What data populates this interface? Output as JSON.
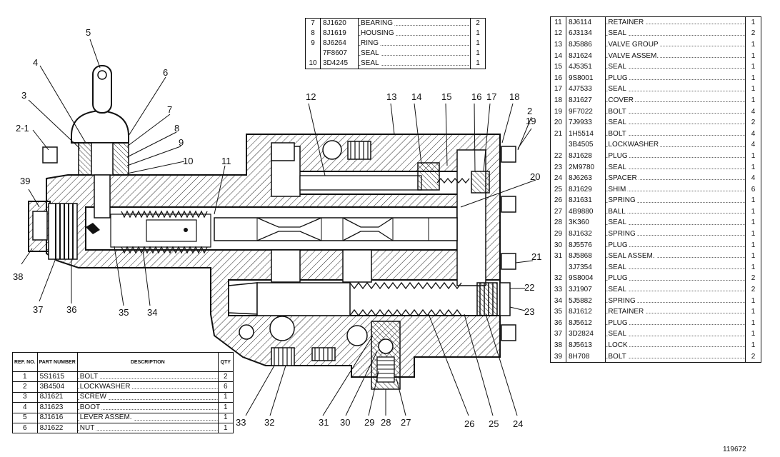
{
  "drawing_number": "119672",
  "table_top": {
    "rows": [
      {
        "ref": "7",
        "part": "8J1620",
        "desc": "BEARING",
        "qty": "2"
      },
      {
        "ref": "8",
        "part": "8J1619",
        "desc": "HOUSING",
        "qty": "1"
      },
      {
        "ref": "9",
        "part": "8J6264",
        "desc": "RING",
        "qty": "1"
      },
      {
        "ref": "",
        "part": "7F8607",
        "desc": "SEAL",
        "qty": "1"
      },
      {
        "ref": "10",
        "part": "3D4245",
        "desc": "SEAL",
        "qty": "1"
      }
    ]
  },
  "table_right": {
    "rows": [
      {
        "ref": "11",
        "part": "8J6114",
        "desc": "RETAINER",
        "qty": "1"
      },
      {
        "ref": "12",
        "part": "6J3134",
        "desc": "SEAL",
        "qty": "2"
      },
      {
        "ref": "13",
        "part": "8J5886",
        "desc": "VALVE GROUP",
        "qty": "1"
      },
      {
        "ref": "14",
        "part": "8J1624",
        "desc": "VALVE ASSEM.",
        "qty": "1"
      },
      {
        "ref": "15",
        "part": "4J5351",
        "desc": "SEAL",
        "qty": "1"
      },
      {
        "ref": "16",
        "part": "9S8001",
        "desc": "PLUG",
        "qty": "1"
      },
      {
        "ref": "17",
        "part": "4J7533",
        "desc": "SEAL",
        "qty": "1"
      },
      {
        "ref": "18",
        "part": "8J1627",
        "desc": "COVER",
        "qty": "1"
      },
      {
        "ref": "19",
        "part": "9F7022",
        "desc": "BOLT",
        "qty": "4"
      },
      {
        "ref": "20",
        "part": "7J9933",
        "desc": "SEAL",
        "qty": "2"
      },
      {
        "ref": "21",
        "part": "1H5514",
        "desc": "BOLT",
        "qty": "4"
      },
      {
        "ref": "",
        "part": "3B4505",
        "desc": "LOCKWASHER",
        "qty": "4"
      },
      {
        "ref": "22",
        "part": "8J1628",
        "desc": "PLUG",
        "qty": "1"
      },
      {
        "ref": "23",
        "part": "2M9780",
        "desc": "SEAL",
        "qty": "1"
      },
      {
        "ref": "24",
        "part": "8J6263",
        "desc": "SPACER",
        "qty": "4"
      },
      {
        "ref": "25",
        "part": "8J1629",
        "desc": "SHIM",
        "qty": "6"
      },
      {
        "ref": "26",
        "part": "8J1631",
        "desc": "SPRING",
        "qty": "1"
      },
      {
        "ref": "27",
        "part": "4B9880",
        "desc": "BALL",
        "qty": "1"
      },
      {
        "ref": "28",
        "part": "3K360",
        "desc": "SEAL",
        "qty": "1"
      },
      {
        "ref": "29",
        "part": "8J1632",
        "desc": "SPRING",
        "qty": "1"
      },
      {
        "ref": "30",
        "part": "8J5576",
        "desc": "PLUG",
        "qty": "1"
      },
      {
        "ref": "31",
        "part": "8J5868",
        "desc": "SEAL ASSEM.",
        "qty": "1"
      },
      {
        "ref": "",
        "part": "3J7354",
        "desc": "SEAL",
        "qty": "1"
      },
      {
        "ref": "32",
        "part": "9S8004",
        "desc": "PLUG",
        "qty": "2"
      },
      {
        "ref": "33",
        "part": "3J1907",
        "desc": "SEAL",
        "qty": "2"
      },
      {
        "ref": "34",
        "part": "5J5882",
        "desc": "SPRING",
        "qty": "1"
      },
      {
        "ref": "35",
        "part": "8J1612",
        "desc": "RETAINER",
        "qty": "1"
      },
      {
        "ref": "36",
        "part": "8J5612",
        "desc": "PLUG",
        "qty": "1"
      },
      {
        "ref": "37",
        "part": "3D2824",
        "desc": "SEAL",
        "qty": "1"
      },
      {
        "ref": "38",
        "part": "8J5613",
        "desc": "LOCK",
        "qty": "1"
      },
      {
        "ref": "39",
        "part": "8H708",
        "desc": "BOLT",
        "qty": "2"
      }
    ]
  },
  "table_bottom_left": {
    "headers": {
      "ref": "REF. NO.",
      "part": "PART NUMBER",
      "desc": "DESCRIPTION",
      "qty": "QTY"
    },
    "rows": [
      {
        "ref": "1",
        "part": "5S1615",
        "desc": "BOLT",
        "qty": "2"
      },
      {
        "ref": "2",
        "part": "3B4504",
        "desc": "LOCKWASHER",
        "qty": "6"
      },
      {
        "ref": "3",
        "part": "8J1621",
        "desc": "SCREW",
        "qty": "1"
      },
      {
        "ref": "4",
        "part": "8J1623",
        "desc": "BOOT",
        "qty": "1"
      },
      {
        "ref": "5",
        "part": "8J1616",
        "desc": "LEVER ASSEM.",
        "qty": "1"
      },
      {
        "ref": "6",
        "part": "8J1622",
        "desc": "NUT",
        "qty": "1"
      }
    ]
  },
  "callouts": [
    "5",
    "4",
    "6",
    "3",
    "7",
    "8",
    "9",
    "10",
    "2-1",
    "11",
    "12",
    "13",
    "14",
    "15",
    "16",
    "17",
    "18",
    "2",
    "19",
    "20",
    "39",
    "21",
    "22",
    "23",
    "38",
    "37",
    "36",
    "35",
    "34",
    "33",
    "32",
    "31",
    "30",
    "29",
    "28",
    "27",
    "26",
    "25",
    "24"
  ]
}
